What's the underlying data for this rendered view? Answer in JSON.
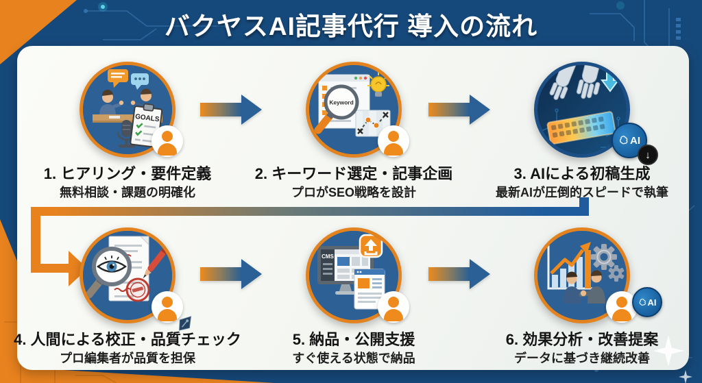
{
  "header": {
    "title": "バクヤスAI記事代行 導入の流れ"
  },
  "steps": [
    {
      "title": "1. ヒアリング・要件定義",
      "subtitle": "無料相談・課題の明確化",
      "illustration": {
        "name": "consultation-interview",
        "clipboard_label": "GOALS"
      }
    },
    {
      "title": "2. キーワード選定・記事企画",
      "subtitle": "プロがSEO戦略を設計",
      "illustration": {
        "name": "keyword-research",
        "magnifier_label": "Keyword"
      }
    },
    {
      "title": "3. AIによる初稿生成",
      "subtitle": "最新AIが圧倒的スピードで執筆",
      "illustration": {
        "name": "ai-robot-hands-typing",
        "ai_badge_label": "AI",
        "download_glyph": "↓"
      }
    },
    {
      "title": "4. 人間による校正・品質チェック",
      "subtitle": "プロ編集者が品質を担保",
      "illustration": {
        "name": "human-proofreading"
      }
    },
    {
      "title": "5. 納品・公開支援",
      "subtitle": "すぐ使える状態で納品",
      "illustration": {
        "name": "cms-delivery",
        "screen_label": "CMS"
      }
    },
    {
      "title": "6. 効果分析・改善提案",
      "subtitle": "データに基づき継続改善",
      "illustration": {
        "name": "analytics-improvement",
        "ai_badge_label": "AI"
      }
    }
  ],
  "colors": {
    "background_blue": "#16497B",
    "accent_orange": "#E8821E",
    "arrow_blue": "#2A6095",
    "card_background": "#F5F7F3",
    "circle_fill": "#2D6094"
  }
}
